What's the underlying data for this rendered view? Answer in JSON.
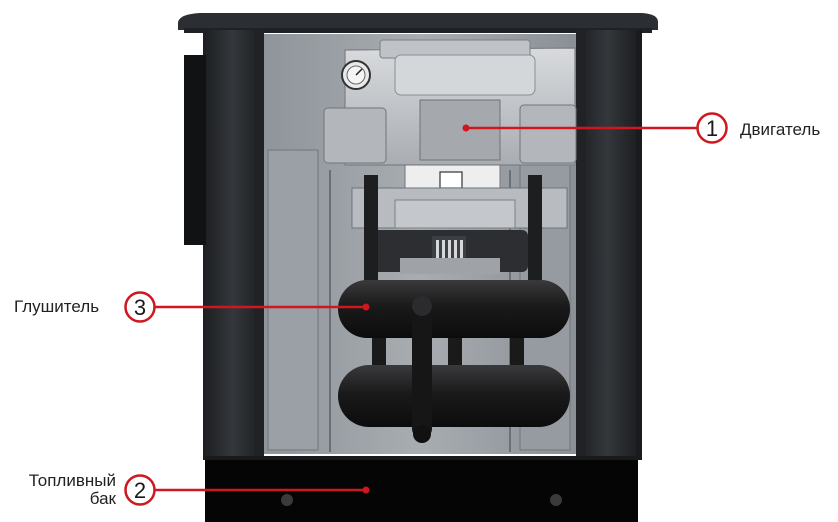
{
  "callouts": [
    {
      "number": "1",
      "label": "Двигатель"
    },
    {
      "number": "2",
      "label_line1": "Топливный",
      "label_line2": "бак"
    },
    {
      "number": "3",
      "label": "Глушитель"
    }
  ],
  "colors": {
    "callout_red": "#d0161f",
    "housing_dark": "#2a2d31",
    "frame_grey": "#7d8288",
    "engine_grey": "#c9ccd0"
  }
}
